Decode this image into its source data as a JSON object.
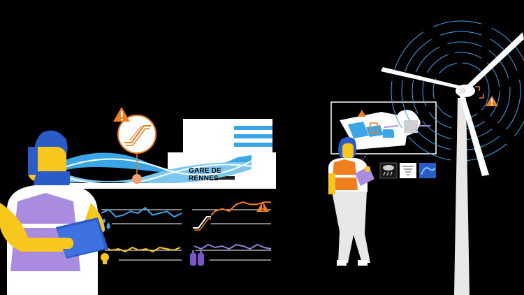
{
  "station": {
    "name": "GARE DE RENNES"
  },
  "icons": {
    "alert": "warning-triangle-icon",
    "escalator": "escalator-icon",
    "rain": "rain-cloud-icon",
    "wind": "tornado-icon",
    "wave": "wave-icon",
    "water": "water-drop-icon",
    "light": "light-bulb-icon",
    "gas": "gas-cylinder-icon"
  },
  "colors": {
    "background": "#000000",
    "alert": "#f07d1e",
    "sensor_blue": "#3aa6e6",
    "sensor_orange": "#f07d1e",
    "sensor_yellow": "#f5c518",
    "sensor_purple": "#9b7fd6",
    "worker_vest": "#a98ce0",
    "worker_hair": "#2a5bc7",
    "skin": "#f8c71b"
  },
  "sensor_graphs": [
    {
      "series": "blue",
      "values": [
        0.5,
        0.7,
        0.3,
        0.4,
        0.6,
        0.5,
        0.8,
        0.4,
        0.5,
        0.6,
        0.3,
        0.5
      ]
    },
    {
      "series": "orange",
      "values": [
        0.2,
        0.3,
        0.2,
        0.5,
        0.6,
        0.5,
        0.8,
        0.9,
        0.8,
        0.8,
        0.9,
        0.9
      ]
    },
    {
      "series": "yellow",
      "values": [
        0.6,
        0.4,
        0.5,
        0.3,
        0.6,
        0.4,
        0.5,
        0.3,
        0.6,
        0.5,
        0.4,
        0.6
      ]
    },
    {
      "series": "purple",
      "values": [
        0.5,
        0.3,
        0.6,
        0.4,
        0.5,
        0.3,
        0.6,
        0.5,
        0.3,
        0.6,
        0.4,
        0.3
      ]
    }
  ]
}
